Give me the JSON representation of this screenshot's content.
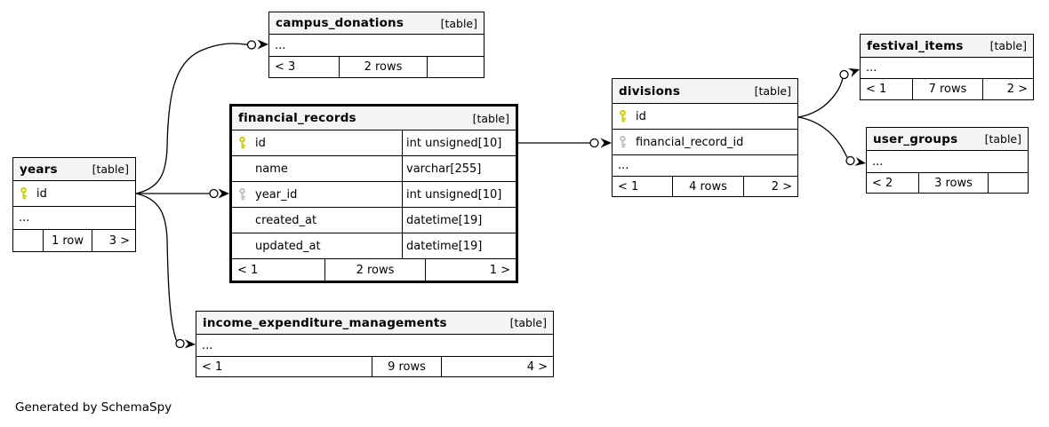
{
  "credit": "Generated by SchemaSpy",
  "colors": {
    "primary_key": "#cccc00",
    "foreign_key": "#c0c0c0",
    "header_bg": "#f4f4f4",
    "border": "#000000"
  },
  "tables": {
    "campus_donations": {
      "title": "campus_donations",
      "tag": "[table]",
      "columns": [
        {
          "name": "..."
        }
      ],
      "footer": {
        "left": "< 3",
        "center": "2 rows",
        "right": ""
      }
    },
    "financial_records": {
      "title": "financial_records",
      "tag": "[table]",
      "columns": [
        {
          "name": "id",
          "type": "int unsigned[10]",
          "key": "primary"
        },
        {
          "name": "name",
          "type": "varchar[255]",
          "key": ""
        },
        {
          "name": "year_id",
          "type": "int unsigned[10]",
          "key": "foreign"
        },
        {
          "name": "created_at",
          "type": "datetime[19]",
          "key": ""
        },
        {
          "name": "updated_at",
          "type": "datetime[19]",
          "key": ""
        }
      ],
      "footer": {
        "left": "< 1",
        "center": "2 rows",
        "right": "1 >"
      }
    },
    "divisions": {
      "title": "divisions",
      "tag": "[table]",
      "columns": [
        {
          "name": "id",
          "key": "primary"
        },
        {
          "name": "financial_record_id",
          "key": "foreign"
        },
        {
          "name": "..."
        }
      ],
      "footer": {
        "left": "< 1",
        "center": "4 rows",
        "right": "2 >"
      }
    },
    "festival_items": {
      "title": "festival_items",
      "tag": "[table]",
      "columns": [
        {
          "name": "..."
        }
      ],
      "footer": {
        "left": "< 1",
        "center": "7 rows",
        "right": "2 >"
      }
    },
    "user_groups": {
      "title": "user_groups",
      "tag": "[table]",
      "columns": [
        {
          "name": "..."
        }
      ],
      "footer": {
        "left": "< 2",
        "center": "3 rows",
        "right": ""
      }
    },
    "years": {
      "title": "years",
      "tag": "[table]",
      "columns": [
        {
          "name": "id",
          "key": "primary"
        },
        {
          "name": "..."
        }
      ],
      "footer": {
        "left": "",
        "center": "1 row",
        "right": "3 >"
      }
    },
    "income_expenditure_managements": {
      "title": "income_expenditure_managements",
      "tag": "[table]",
      "columns": [
        {
          "name": "..."
        }
      ],
      "footer": {
        "left": "< 1",
        "center": "9 rows",
        "right": "4 >"
      }
    }
  }
}
